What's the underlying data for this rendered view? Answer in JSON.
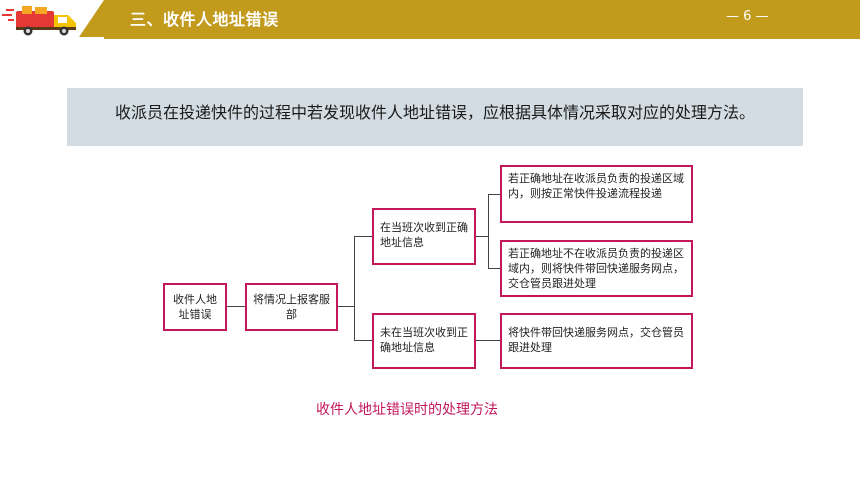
{
  "header": {
    "title": "三、收件人地址错误",
    "page_number": "— 6 —",
    "accent_color": "#c29a1c",
    "icon": "delivery-truck-icon"
  },
  "intro": {
    "text": "收派员在投递快件的过程中若发现收件人地址错误，应根据具体情况采取对应的处理方法。"
  },
  "flowchart": {
    "root": "收件人地址错误",
    "step": "将情况上报客服部",
    "branch_received": "在当班次收到正确地址信息",
    "branch_not_received": "未在当班次收到正确地址信息",
    "result_in_area": "若正确地址在收派员负责的投递区域内，则按正常快件投递流程投递",
    "result_out_area": "若正确地址不在收派员负责的投递区域内，则将快件带回快递服务网点，交仓管员跟进处理",
    "result_not_received": "将快件带回快递服务网点，交仓管员跟进处理",
    "border_color": "#c2185b"
  },
  "caption": "收件人地址错误时的处理方法"
}
